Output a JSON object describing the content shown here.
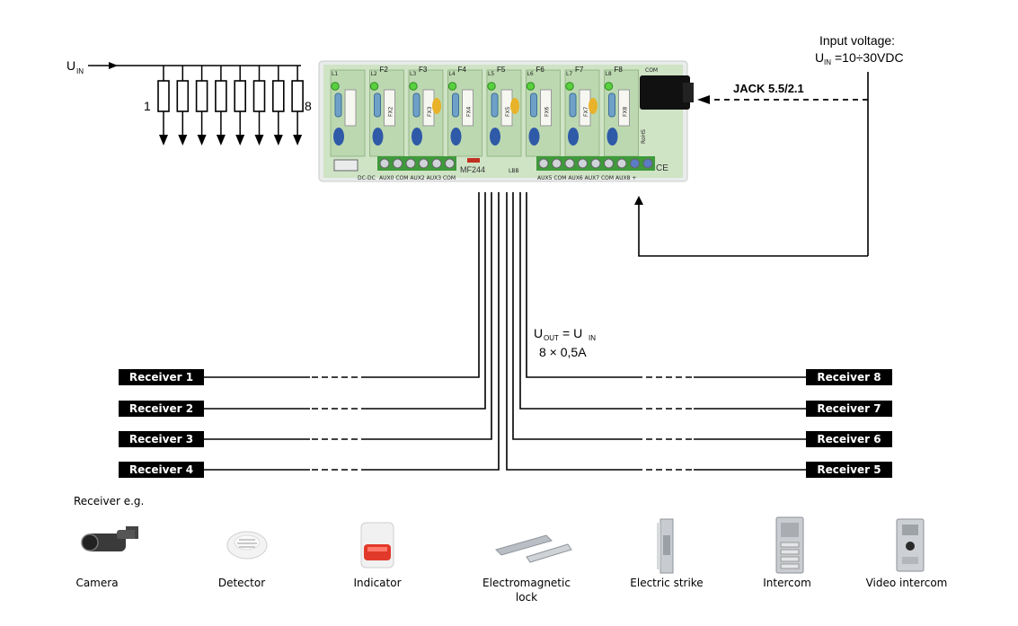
{
  "supply": {
    "input_title": "Input voltage:",
    "input_value": "=10÷30VDC",
    "u_symbol": "U",
    "in_subscript": "IN",
    "jack": "JACK 5.5/2.1"
  },
  "schematic": {
    "first_index": "1",
    "last_index": "8"
  },
  "board": {
    "model": "MF244",
    "fuses": [
      "F2",
      "F3",
      "F4",
      "F5",
      "F6",
      "F7",
      "F8"
    ],
    "leds": [
      "L1",
      "L2",
      "L3",
      "L4",
      "L5",
      "L6",
      "L7",
      "L8"
    ],
    "fuse_ratings": [
      "FX2",
      "FX3",
      "FX4",
      "FX5",
      "FX6",
      "FX7",
      "FX8"
    ],
    "left_terminal_text": "AUX0 COM AUX2 AUX3 COM",
    "right_terminal_text": "AUX5 COM AUX6 AUX7 COM AUX8 +",
    "dc_label": "DC-DC",
    "lbb_label": "LBB",
    "rohs": "RoHS",
    "ce": "CE",
    "com_label": "COM"
  },
  "output": {
    "formula_u": "U",
    "formula_out_sub": "OUT",
    "formula_eq": "= U",
    "formula_in_sub": "IN",
    "current": "8 × 0,5A"
  },
  "receivers_left": [
    "Receiver 1",
    "Receiver 2",
    "Receiver 3",
    "Receiver 4"
  ],
  "receivers_right": [
    "Receiver 8",
    "Receiver 7",
    "Receiver 6",
    "Receiver 5"
  ],
  "examples": {
    "title": "Receiver e.g.",
    "devices": [
      {
        "label": "Camera",
        "icon": "camera-icon"
      },
      {
        "label": "Detector",
        "icon": "detector-icon"
      },
      {
        "label": "Indicator",
        "icon": "indicator-icon"
      },
      {
        "label": "Electromagnetic\nlock",
        "icon": "electromagnetic-lock-icon"
      },
      {
        "label": "Electric strike",
        "icon": "electric-strike-icon"
      },
      {
        "label": "Intercom",
        "icon": "intercom-icon"
      },
      {
        "label": "Video intercom",
        "icon": "video-intercom-icon"
      }
    ]
  },
  "colors": {
    "line": "#000000",
    "board_green": "#3e9a3a",
    "board_light": "#cfe3c5",
    "receiver_box": "#000000",
    "led_green": "#59d13e",
    "fuse_yellow": "#e8b32a",
    "cap_blue": "#2f5aa8"
  }
}
